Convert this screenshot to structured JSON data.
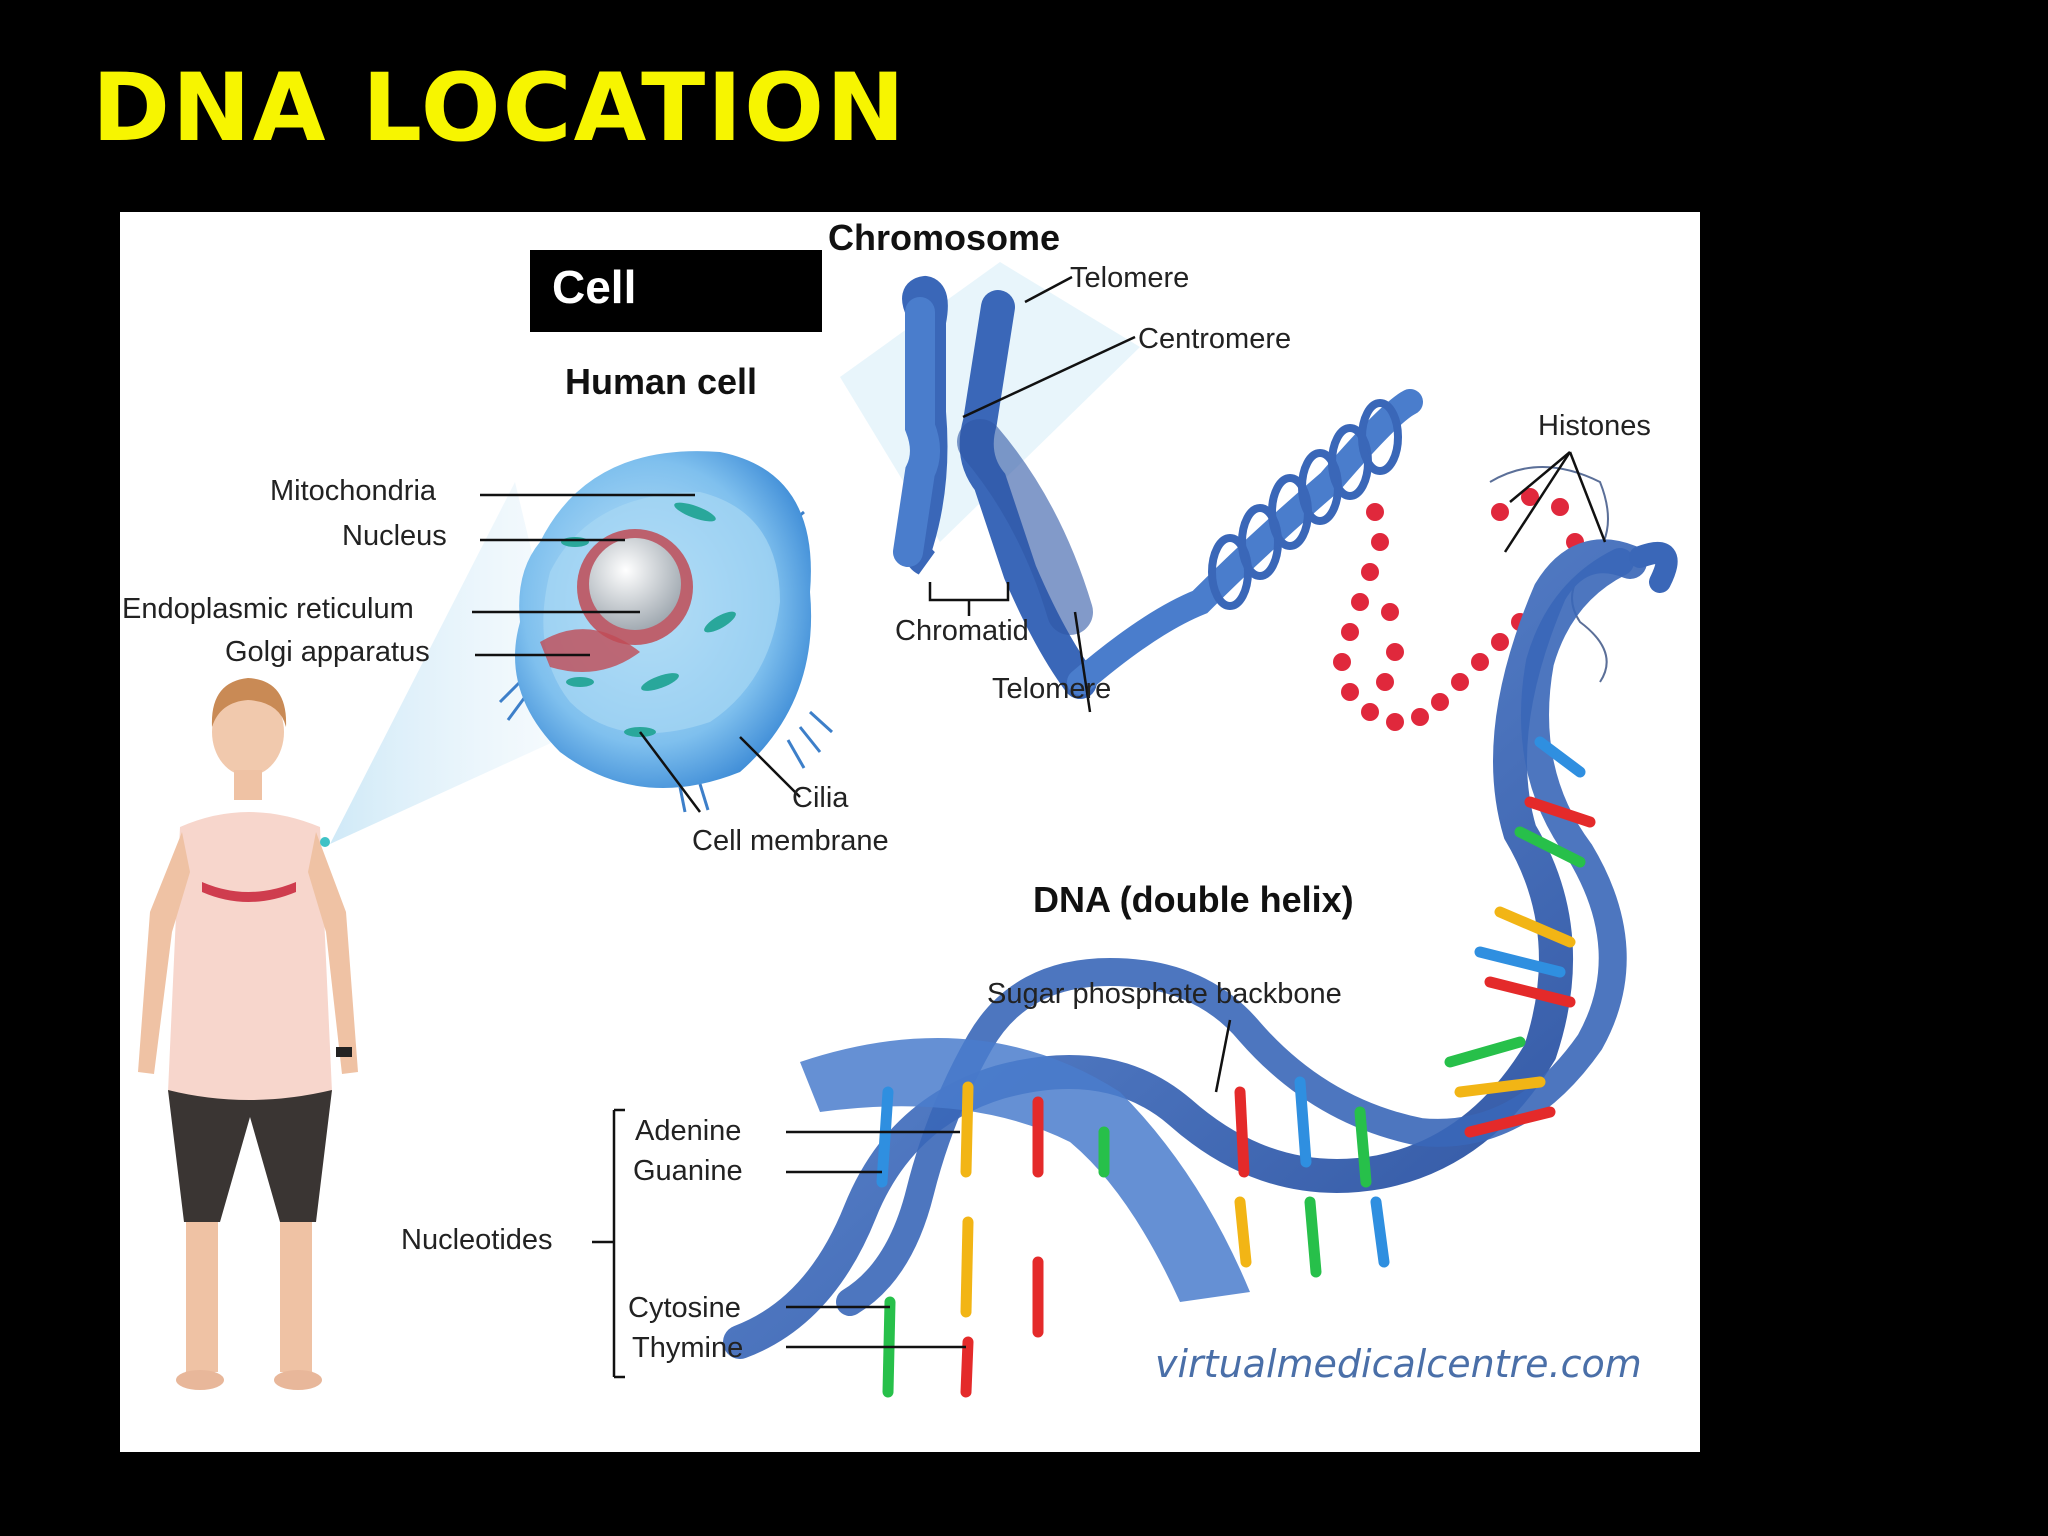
{
  "slide": {
    "title": "DNA LOCATION"
  },
  "diagram": {
    "cell_box": "Cell",
    "human_cell": "Human cell",
    "chromosome": "Chromosome",
    "telomere_top": "Telomere",
    "centromere": "Centromere",
    "histones": "Histones",
    "mitochondria": "Mitochondria",
    "nucleus": "Nucleus",
    "endoplasmic_reticulum": "Endoplasmic reticulum",
    "golgi_apparatus": "Golgi apparatus",
    "chromatid": "Chromatid",
    "telomere_bottom": "Telomere",
    "cilia": "Cilia",
    "cell_membrane": "Cell membrane",
    "dna_double_helix": "DNA (double helix)",
    "sugar_phosphate_backbone": "Sugar phosphate backbone",
    "adenine": "Adenine",
    "guanine": "Guanine",
    "nucleotides": "Nucleotides",
    "cytosine": "Cytosine",
    "thymine": "Thymine",
    "watermark": "virtualmedicalcentre.com"
  },
  "colors": {
    "title": "#f7f500",
    "helix_blue": "#3a67b8",
    "histone_red": "#e0283c",
    "base_adenine": "#f2b515",
    "base_guanine": "#2f8fe0",
    "base_cytosine": "#27c04a",
    "base_thymine": "#e42a2a"
  }
}
